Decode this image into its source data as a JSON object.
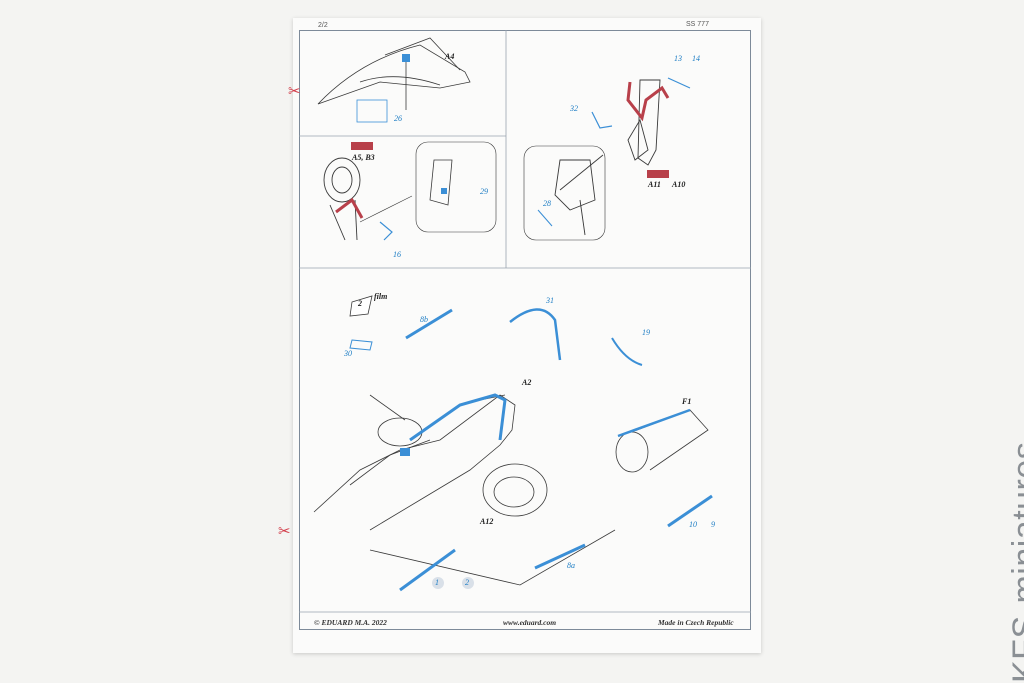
{
  "sheet": {
    "page_label": "2/2",
    "code": "SS 777",
    "footer": {
      "copyright": "© EDUARD  M.A. 2022",
      "website": "www.eduard.com",
      "origin": "Made in Czech Republic"
    }
  },
  "panels": {
    "top_left": {
      "ref_label": "A4",
      "parts": [
        "26"
      ]
    },
    "top_right": {
      "parts": [
        "13",
        "14",
        "32",
        "28"
      ],
      "ref_label": "A11",
      "ref_label_2": "A10"
    },
    "middle_left": {
      "ref_label": "A5, B3",
      "parts": [
        "16",
        "29"
      ]
    },
    "bottom": {
      "film_label": "film",
      "film_number": "2",
      "refs": [
        "A2",
        "A12",
        "F1"
      ],
      "parts": [
        "30",
        "8b",
        "31",
        "19",
        "10",
        "9",
        "8a",
        "1",
        "2"
      ]
    }
  },
  "colors": {
    "paint_red": "#b8404a",
    "etch_blue": "#3b8fd6",
    "line": "#3a3a3a",
    "frame": "#7d8a99",
    "watermark": "#8a8f94"
  },
  "watermark": {
    "text": "KFS-miniatures"
  }
}
